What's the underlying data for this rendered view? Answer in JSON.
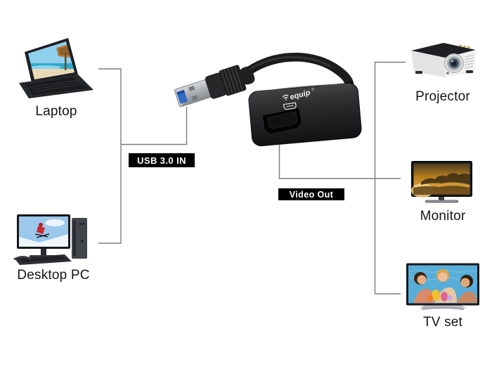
{
  "adapter": {
    "brand": "equip",
    "trademark": "®"
  },
  "labels": {
    "usb_in": "USB 3.0 IN",
    "video_out": "Video Out"
  },
  "sources": [
    {
      "id": "laptop",
      "label": "Laptop"
    },
    {
      "id": "desktop-pc",
      "label": "Desktop PC"
    }
  ],
  "outputs": [
    {
      "id": "projector",
      "label": "Projector"
    },
    {
      "id": "monitor",
      "label": "Monitor"
    },
    {
      "id": "tv-set",
      "label": "TV set"
    }
  ],
  "icons": {
    "hdmi_port_icon": "hdmi-connector-outline",
    "brand_mark_icon": "equip-wave-mark"
  },
  "colors": {
    "background": "#ffffff",
    "connector_line": "#7d7d7d",
    "label_bg": "#000000",
    "label_text": "#ffffff",
    "usb_blue": "#2f6cc4",
    "adapter_body": "#2a2a2c",
    "device_text": "#151515"
  }
}
